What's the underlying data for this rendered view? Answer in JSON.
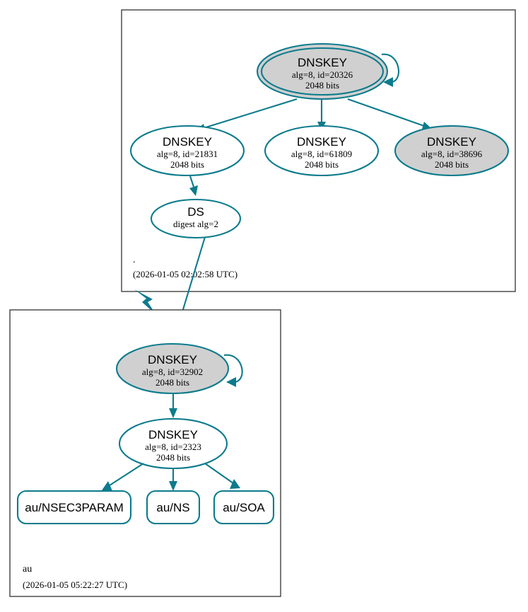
{
  "diagram": {
    "type": "dnssec-authentication-chain",
    "accent_color": "#0c7b8c",
    "secure_key_fill": "#d0d0d0",
    "plain_key_fill": "#ffffff",
    "zone_border_color": "#404040"
  },
  "zones": [
    {
      "id": "root",
      "name": ".",
      "timestamp": "(2026-01-05 02:02:58 UTC)",
      "nodes": [
        {
          "id": "root-ksk-20326",
          "kind": "DNSKEY",
          "title": "DNSKEY",
          "line2": "alg=8, id=20326",
          "line3": "2048 bits",
          "alg": "8",
          "key_id": "20326",
          "key_size": "2048 bits",
          "fill": "gray",
          "double_ring": true,
          "self_signed": true
        },
        {
          "id": "root-zsk-21831",
          "kind": "DNSKEY",
          "title": "DNSKEY",
          "line2": "alg=8, id=21831",
          "line3": "2048 bits",
          "alg": "8",
          "key_id": "21831",
          "key_size": "2048 bits",
          "fill": "white",
          "double_ring": false,
          "self_signed": false
        },
        {
          "id": "root-zsk-61809",
          "kind": "DNSKEY",
          "title": "DNSKEY",
          "line2": "alg=8, id=61809",
          "line3": "2048 bits",
          "alg": "8",
          "key_id": "61809",
          "key_size": "2048 bits",
          "fill": "white",
          "double_ring": false,
          "self_signed": false
        },
        {
          "id": "root-ksk-38696",
          "kind": "DNSKEY",
          "title": "DNSKEY",
          "line2": "alg=8, id=38696",
          "line3": "2048 bits",
          "alg": "8",
          "key_id": "38696",
          "key_size": "2048 bits",
          "fill": "gray",
          "double_ring": false,
          "self_signed": false
        },
        {
          "id": "root-ds",
          "kind": "DS",
          "title": "DS",
          "line2": "digest alg=2",
          "line3": "",
          "fill": "white",
          "double_ring": false,
          "self_signed": false
        }
      ]
    },
    {
      "id": "au",
      "name": "au",
      "timestamp": "(2026-01-05 05:22:27 UTC)",
      "nodes": [
        {
          "id": "au-ksk-32902",
          "kind": "DNSKEY",
          "title": "DNSKEY",
          "line2": "alg=8, id=32902",
          "line3": "2048 bits",
          "alg": "8",
          "key_id": "32902",
          "key_size": "2048 bits",
          "fill": "gray",
          "double_ring": false,
          "self_signed": true
        },
        {
          "id": "au-zsk-2323",
          "kind": "DNSKEY",
          "title": "DNSKEY",
          "line2": "alg=8, id=2323",
          "line3": "2048 bits",
          "alg": "8",
          "key_id": "2323",
          "key_size": "2048 bits",
          "fill": "white",
          "double_ring": false,
          "self_signed": false
        }
      ],
      "rrsets": [
        {
          "id": "au-nsec3param",
          "label": "au/NSEC3PARAM"
        },
        {
          "id": "au-ns",
          "label": "au/NS"
        },
        {
          "id": "au-soa",
          "label": "au/SOA"
        }
      ]
    }
  ]
}
